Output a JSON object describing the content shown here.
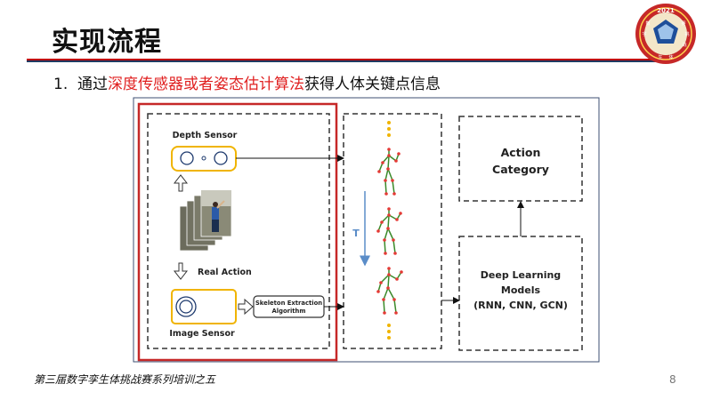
{
  "slide": {
    "title": "实现流程",
    "bullet_number": "1.",
    "bullet_prefix": "通过",
    "bullet_highlight": "深度传感器或者姿态估计算法",
    "bullet_suffix": "获得人体关键点信息",
    "footer": "第三届数字孪生体挑战赛系列培训之五",
    "page_number": "8",
    "logo": {
      "year": "2021",
      "text_right_top": "赛",
      "text_right_mid": "挑",
      "text_right_bot": "战",
      "text_left_top": "数",
      "text_left_mid": "字",
      "text_bottom": "生",
      "text_bottom_right": "体"
    }
  },
  "diagram": {
    "depth_sensor_label": "Depth Sensor",
    "real_action_label": "Real Action",
    "image_sensor_label": "Image Sensor",
    "skeleton_line1": "Skeleton Extraction",
    "skeleton_line2": "Algorithm",
    "time_label": "T",
    "action_line1": "Action",
    "action_line2": "Category",
    "deep_line1": "Deep Learning",
    "deep_line2": "Models",
    "deep_line3": "(RNN, CNN, GCN)"
  },
  "colors": {
    "accent_red": "#c00000",
    "highlight_red": "#e02020",
    "sensor_border": "#f0b400",
    "time_arrow": "#5b8dc8",
    "skeleton_joint": "#e53935",
    "skeleton_bone": "#3a8a2a",
    "dots": "#f0b400"
  }
}
